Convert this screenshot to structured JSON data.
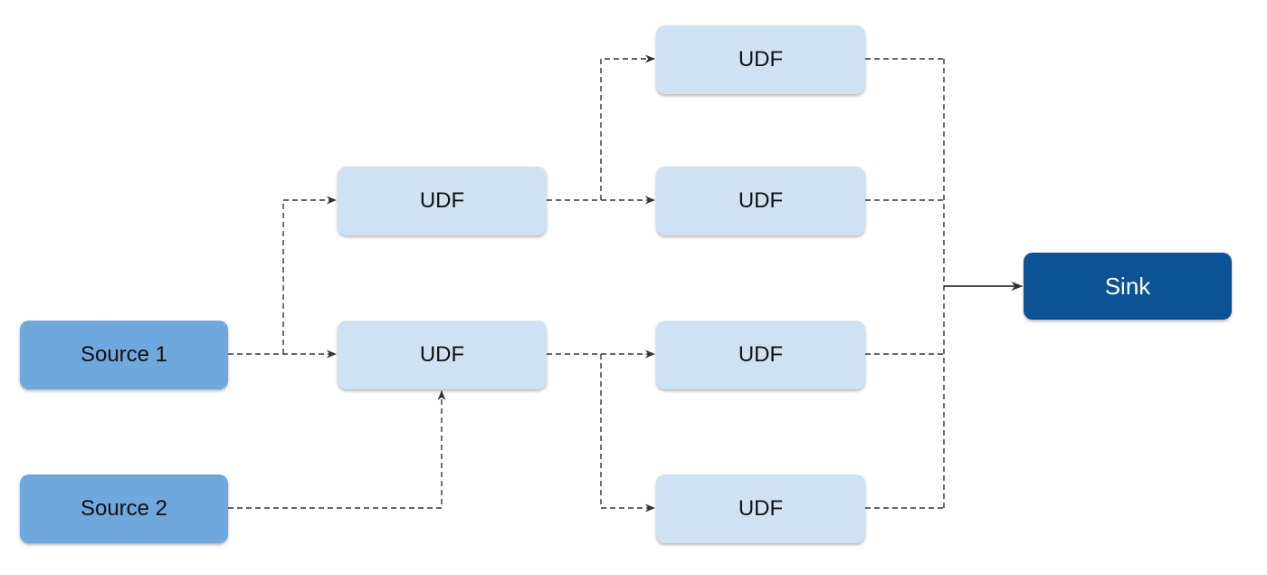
{
  "diagram": {
    "nodes": {
      "source1": "Source 1",
      "source2": "Source 2",
      "udf_a": "UDF",
      "udf_b": "UDF",
      "udf_c": "UDF",
      "udf_d": "UDF",
      "udf_e": "UDF",
      "udf_f": "UDF",
      "sink": "Sink"
    },
    "edges": [
      {
        "from": "Source 1",
        "to": "UDF (upper middle)",
        "style": "dashed"
      },
      {
        "from": "Source 1",
        "to": "UDF (lower middle)",
        "style": "dashed"
      },
      {
        "from": "Source 2",
        "to": "UDF (lower middle)",
        "style": "dashed"
      },
      {
        "from": "UDF (upper middle)",
        "to": "UDF (top right)",
        "style": "dashed"
      },
      {
        "from": "UDF (upper middle)",
        "to": "UDF (second right)",
        "style": "dashed"
      },
      {
        "from": "UDF (lower middle)",
        "to": "UDF (third right)",
        "style": "dashed"
      },
      {
        "from": "UDF (lower middle)",
        "to": "UDF (bottom right)",
        "style": "dashed"
      },
      {
        "from": "all right UDFs",
        "to": "Sink",
        "style": "dashed merge, solid into Sink"
      }
    ],
    "colors": {
      "source_fill": "#6fa8dc",
      "udf_fill": "#cfe2f3",
      "sink_fill": "#0b5394",
      "edge": "#333333"
    }
  }
}
